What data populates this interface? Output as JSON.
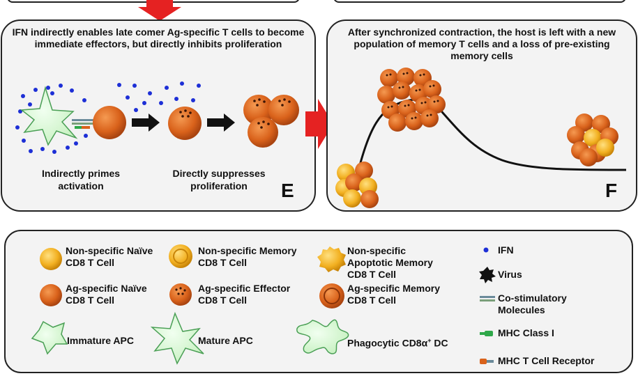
{
  "panel_e": {
    "title": "IFN indirectly enables late comer Ag-specific T cells to become immediate effectors, but directly inhibits proliferation",
    "label_left": "Indirectly primes activation",
    "label_right": "Directly suppresses proliferation",
    "letter": "E"
  },
  "panel_f": {
    "title": "After synchronized contraction, the host is left with a new population of memory T cells and a loss of pre-existing memory cells",
    "letter": "F"
  },
  "legend": {
    "nonspecific_naive": "Non-specific Naïve CD8 T Cell",
    "nonspecific_memory": "Non-specific Memory CD8 T Cell",
    "nonspecific_apoptotic": "Non-specific Apoptotic Memory CD8 T Cell",
    "ifn": "IFN",
    "ag_naive": "Ag-specific Naïve CD8 T Cell",
    "ag_effector": "Ag-specific Effector CD8 T Cell",
    "ag_memory": "Ag-specific Memory CD8 T Cell",
    "virus": "Virus",
    "costim": "Co-stimulatory Molecules",
    "immature_apc": "Immature APC",
    "mature_apc": "Mature APC",
    "phagocytic_dc_main": "Phagocytic CD8α",
    "phagocytic_dc_sup": "+",
    "phagocytic_dc_end": " DC",
    "mhc1": "MHC Class I",
    "mhc_tcr": "MHC T Cell Receptor"
  },
  "colors": {
    "ag_cell": "#d9621b",
    "ag_cell_dark": "#a94410",
    "nonspecific_cell": "#f2b021",
    "apc_fill": "#d7f7d3",
    "apc_stroke": "#4a9f55",
    "ifn_dot": "#1d2fd6",
    "arrow_red": "#e52222"
  }
}
